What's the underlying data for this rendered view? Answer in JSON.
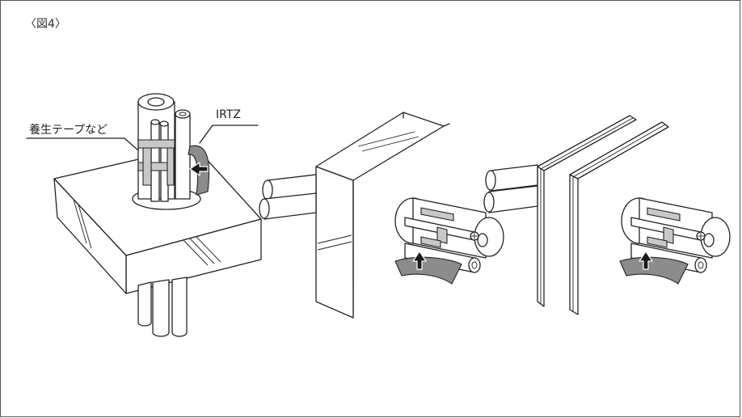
{
  "figure": {
    "label": "〈図4〉",
    "callouts": {
      "protective_tape": "養生テープなど",
      "irtz": "IRTZ"
    }
  },
  "colors": {
    "line": "#222222",
    "irtz_sheet": "#8c8c8c",
    "tape": "#c8c8c8",
    "arrow": "#1a1a1a"
  }
}
